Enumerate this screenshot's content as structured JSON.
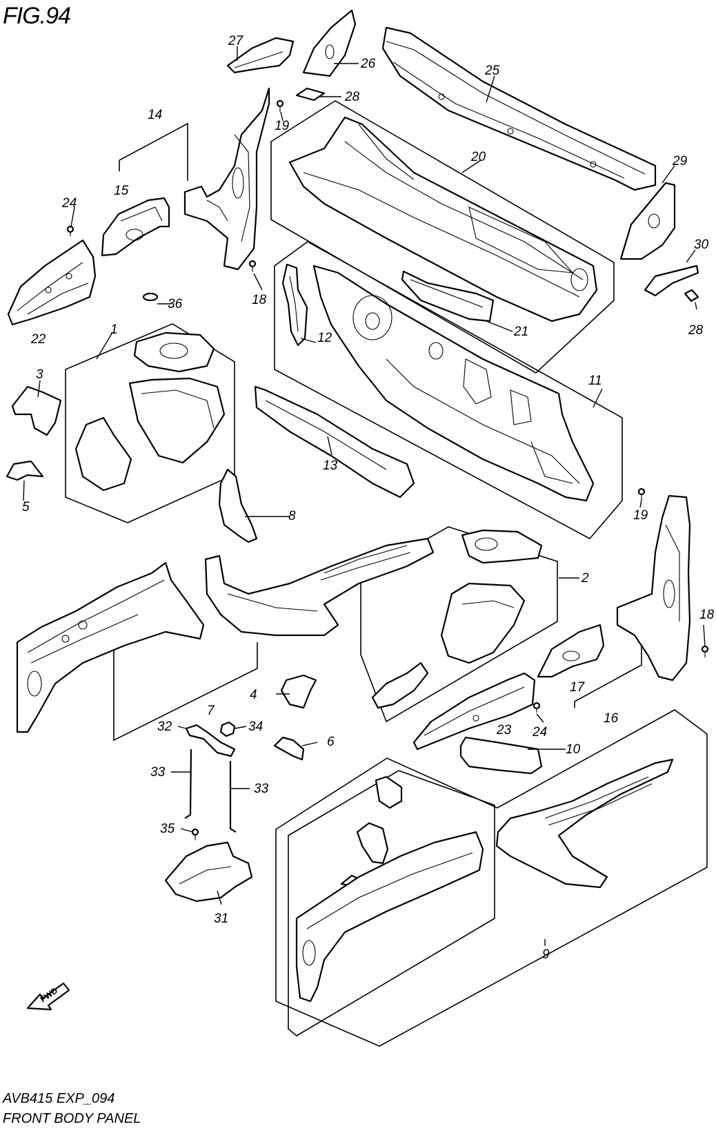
{
  "figure": {
    "title": "FIG.94",
    "code": "AVB415 EXP_094",
    "name": "FRONT BODY PANEL",
    "fwd": "FWD"
  },
  "callouts": {
    "c1": "1",
    "c2": "2",
    "c3": "3",
    "c4": "4",
    "c5": "5",
    "c6": "6",
    "c7": "7",
    "c8": "8",
    "c9": "9",
    "c10": "10",
    "c11": "11",
    "c12": "12",
    "c13": "13",
    "c14": "14",
    "c15": "15",
    "c16": "16",
    "c17": "17",
    "c18a": "18",
    "c18b": "18",
    "c19a": "19",
    "c19b": "19",
    "c20": "20",
    "c21": "21",
    "c22": "22",
    "c23": "23",
    "c24a": "24",
    "c24b": "24",
    "c25": "25",
    "c26": "26",
    "c27": "27",
    "c28a": "28",
    "c28b": "28",
    "c29": "29",
    "c30": "30",
    "c31": "31",
    "c32": "32",
    "c33a": "33",
    "c33b": "33",
    "c34": "34",
    "c35": "35",
    "c36": "36"
  }
}
